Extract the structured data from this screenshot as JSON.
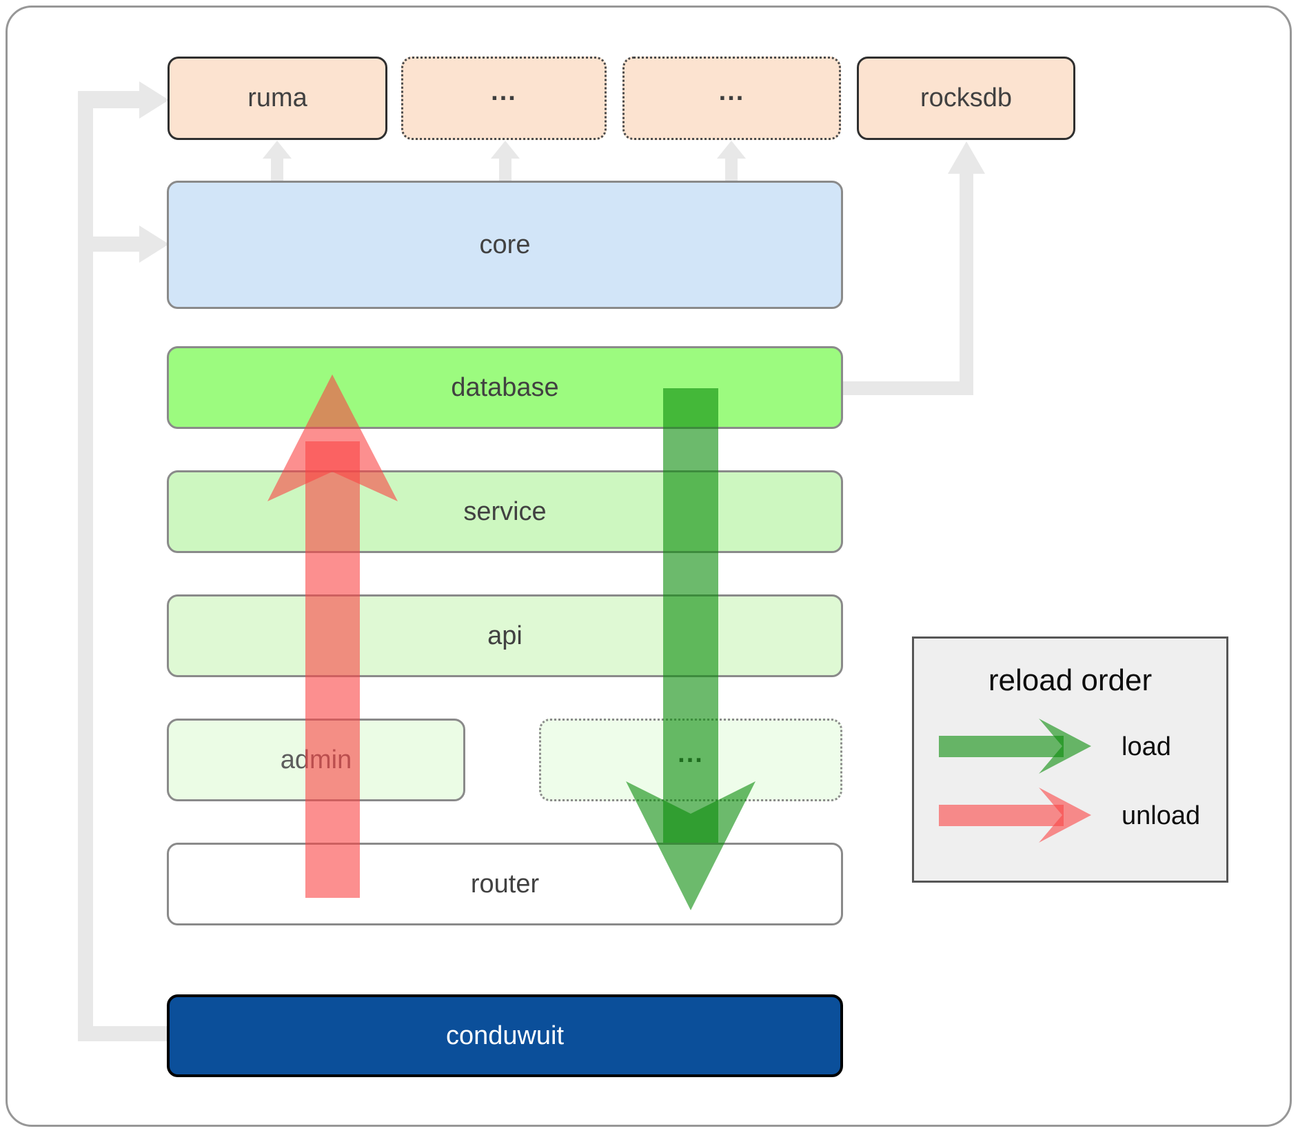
{
  "nodes": {
    "ruma": "ruma",
    "dots_top_left": "...",
    "dots_top_right": "...",
    "rocksdb": "rocksdb",
    "core": "core",
    "database": "database",
    "service": "service",
    "api": "api",
    "admin": "admin",
    "dots_admin": "...",
    "router": "router",
    "conduwuit": "conduwuit"
  },
  "legend": {
    "title": "reload order",
    "load_label": "load",
    "unload_label": "unload"
  },
  "colors": {
    "load_arrow_green": "#0a8c0a",
    "unload_arrow_red": "#fa4444",
    "peach_node": "#fce3d0",
    "core_blue": "#d2e5f8",
    "database_green": "#9cfb7f",
    "service_green": "#cdf7c0",
    "api_green": "#dff9d4",
    "admin_green": "#ebfce5",
    "router_white": "#ffffff",
    "conduwuit_navy": "#0b4f9a",
    "connector_gray": "#e8e8e8",
    "legend_bg": "#efefef"
  }
}
